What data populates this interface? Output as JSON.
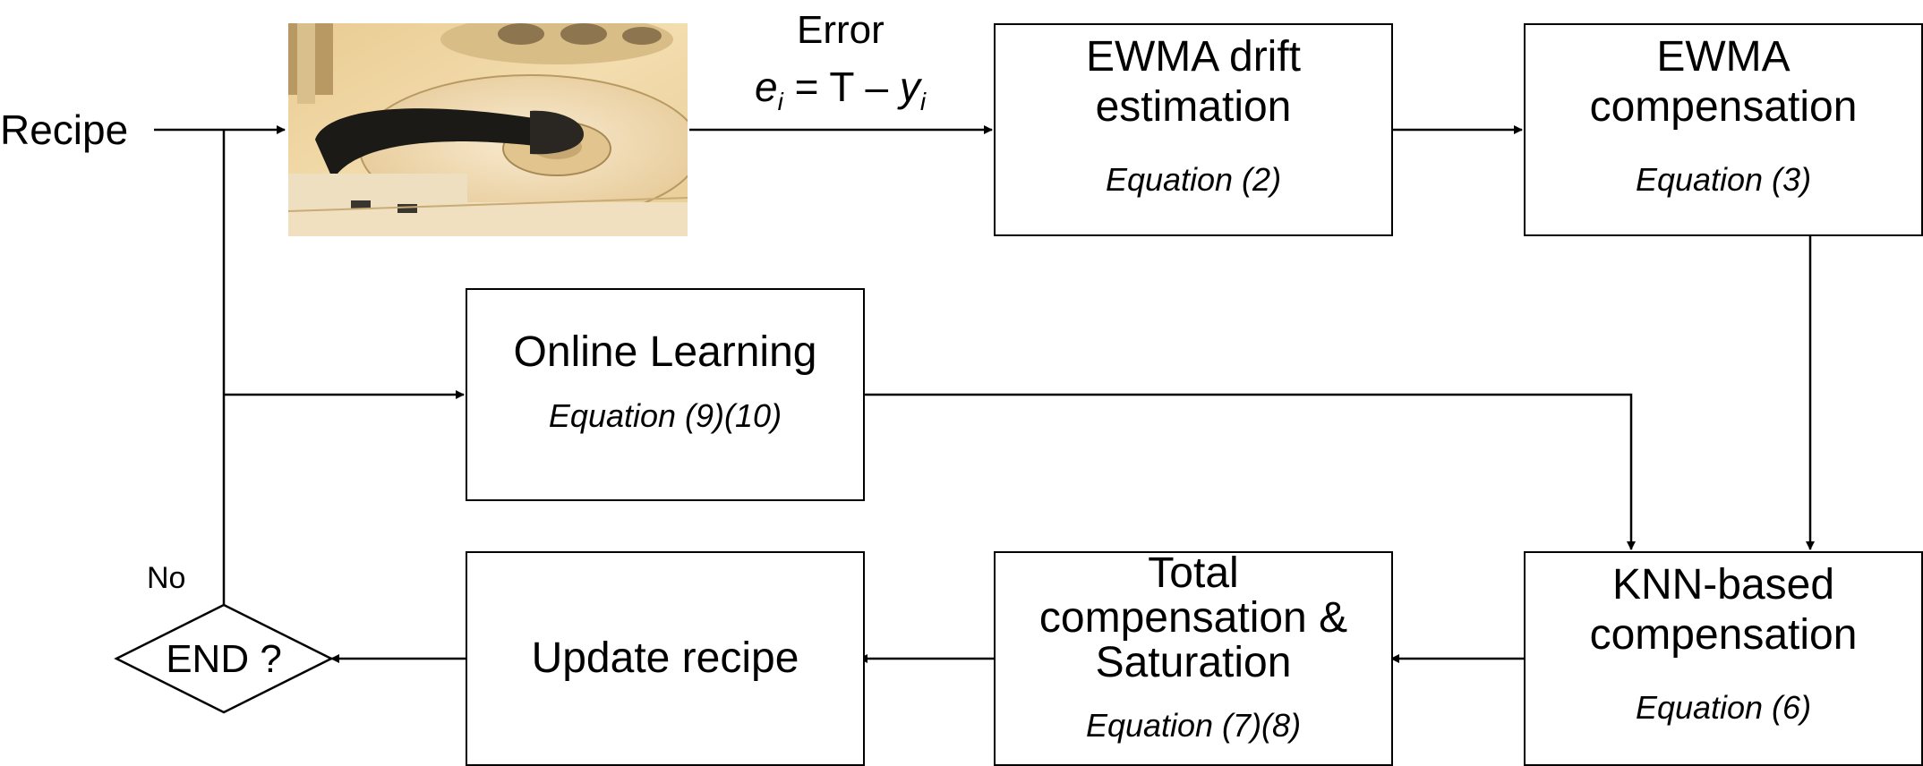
{
  "labels": {
    "recipe": "Recipe",
    "error_title": "Error",
    "error_eq": {
      "e": "e",
      "e_sub": "i",
      "mid": " = T – ",
      "y": "y",
      "y_sub": "i"
    },
    "no": "No",
    "end": "END ?"
  },
  "boxes": {
    "ewma_drift": {
      "title": "EWMA drift\nestimation",
      "equation": "Equation (2)"
    },
    "ewma_comp": {
      "title": "EWMA\ncompensation",
      "equation": "Equation (3)"
    },
    "online_learning": {
      "title": "Online Learning",
      "equation": "Equation (9)(10)"
    },
    "knn": {
      "title": "KNN-based\ncompensation",
      "equation": "Equation (6)"
    },
    "total": {
      "title": "Total\ncompensation &\nSaturation",
      "equation": "Equation (7)(8)"
    },
    "update": {
      "title": "Update recipe"
    }
  },
  "colors": {
    "stroke": "#000000",
    "photo_warm": "#f1d9a8",
    "photo_platter": "#f4e4be",
    "photo_belt": "#1c1a17"
  }
}
